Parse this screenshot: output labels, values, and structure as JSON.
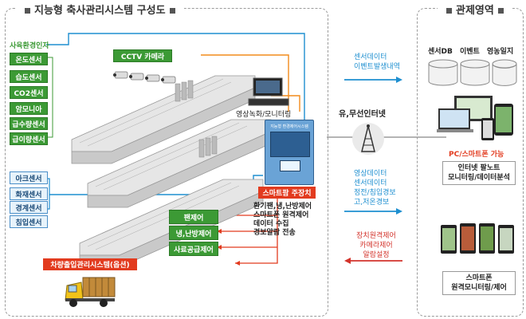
{
  "left_panel": {
    "title": "지능형 축사관리시스템 구성도",
    "env_factor_label": "사육환경인자",
    "env_sensors": [
      "온도센서",
      "습도센서",
      "CO2센서",
      "암모니아",
      "급수량센서",
      "급이량센서"
    ],
    "security_sensors": [
      "아크센서",
      "화재센서",
      "경계센서",
      "침입센서"
    ],
    "cctv_label": "CCTV 카메라",
    "recording_label": "영상녹화/모니터링",
    "smart_device_label": "스마트팜 주장치",
    "device_screen_title": "지능형 환경제어시스템",
    "smart_device_functions": [
      "환기팬,냉,난방제어",
      "스마트폰 원격제어",
      "데이터 수집",
      "경보알람 전송"
    ],
    "controls": [
      "팬제어",
      "냉,난방제어",
      "사료공급제어"
    ],
    "vehicle_label": "차량출입관리시스템(옵션)"
  },
  "middle": {
    "sensor_data_lines": [
      "센서데이터",
      "이벤트발생내역"
    ],
    "network_label": "유,무선인터넷",
    "upload_lines": [
      "영상데이터",
      "센서데이터",
      "정전/침입경보",
      "고,저온경보"
    ],
    "remote_lines": [
      "장치원격제어",
      "카메라제어",
      "알람설정"
    ]
  },
  "right_panel": {
    "title": "관제영역",
    "db_labels": [
      "센서DB",
      "이벤트",
      "영농일지"
    ],
    "pc_label": "PC/스마트폰 가능",
    "pc_caption_lines": [
      "인터넷 팔노트",
      "모니터링/데이터분석"
    ],
    "phone_caption_lines": [
      "스마트폰",
      "원격모니터링/제어"
    ]
  },
  "colors": {
    "green": "#3c9a35",
    "red": "#e23b1f",
    "blue": "#1e8fd0",
    "orange": "#f28c1c"
  }
}
